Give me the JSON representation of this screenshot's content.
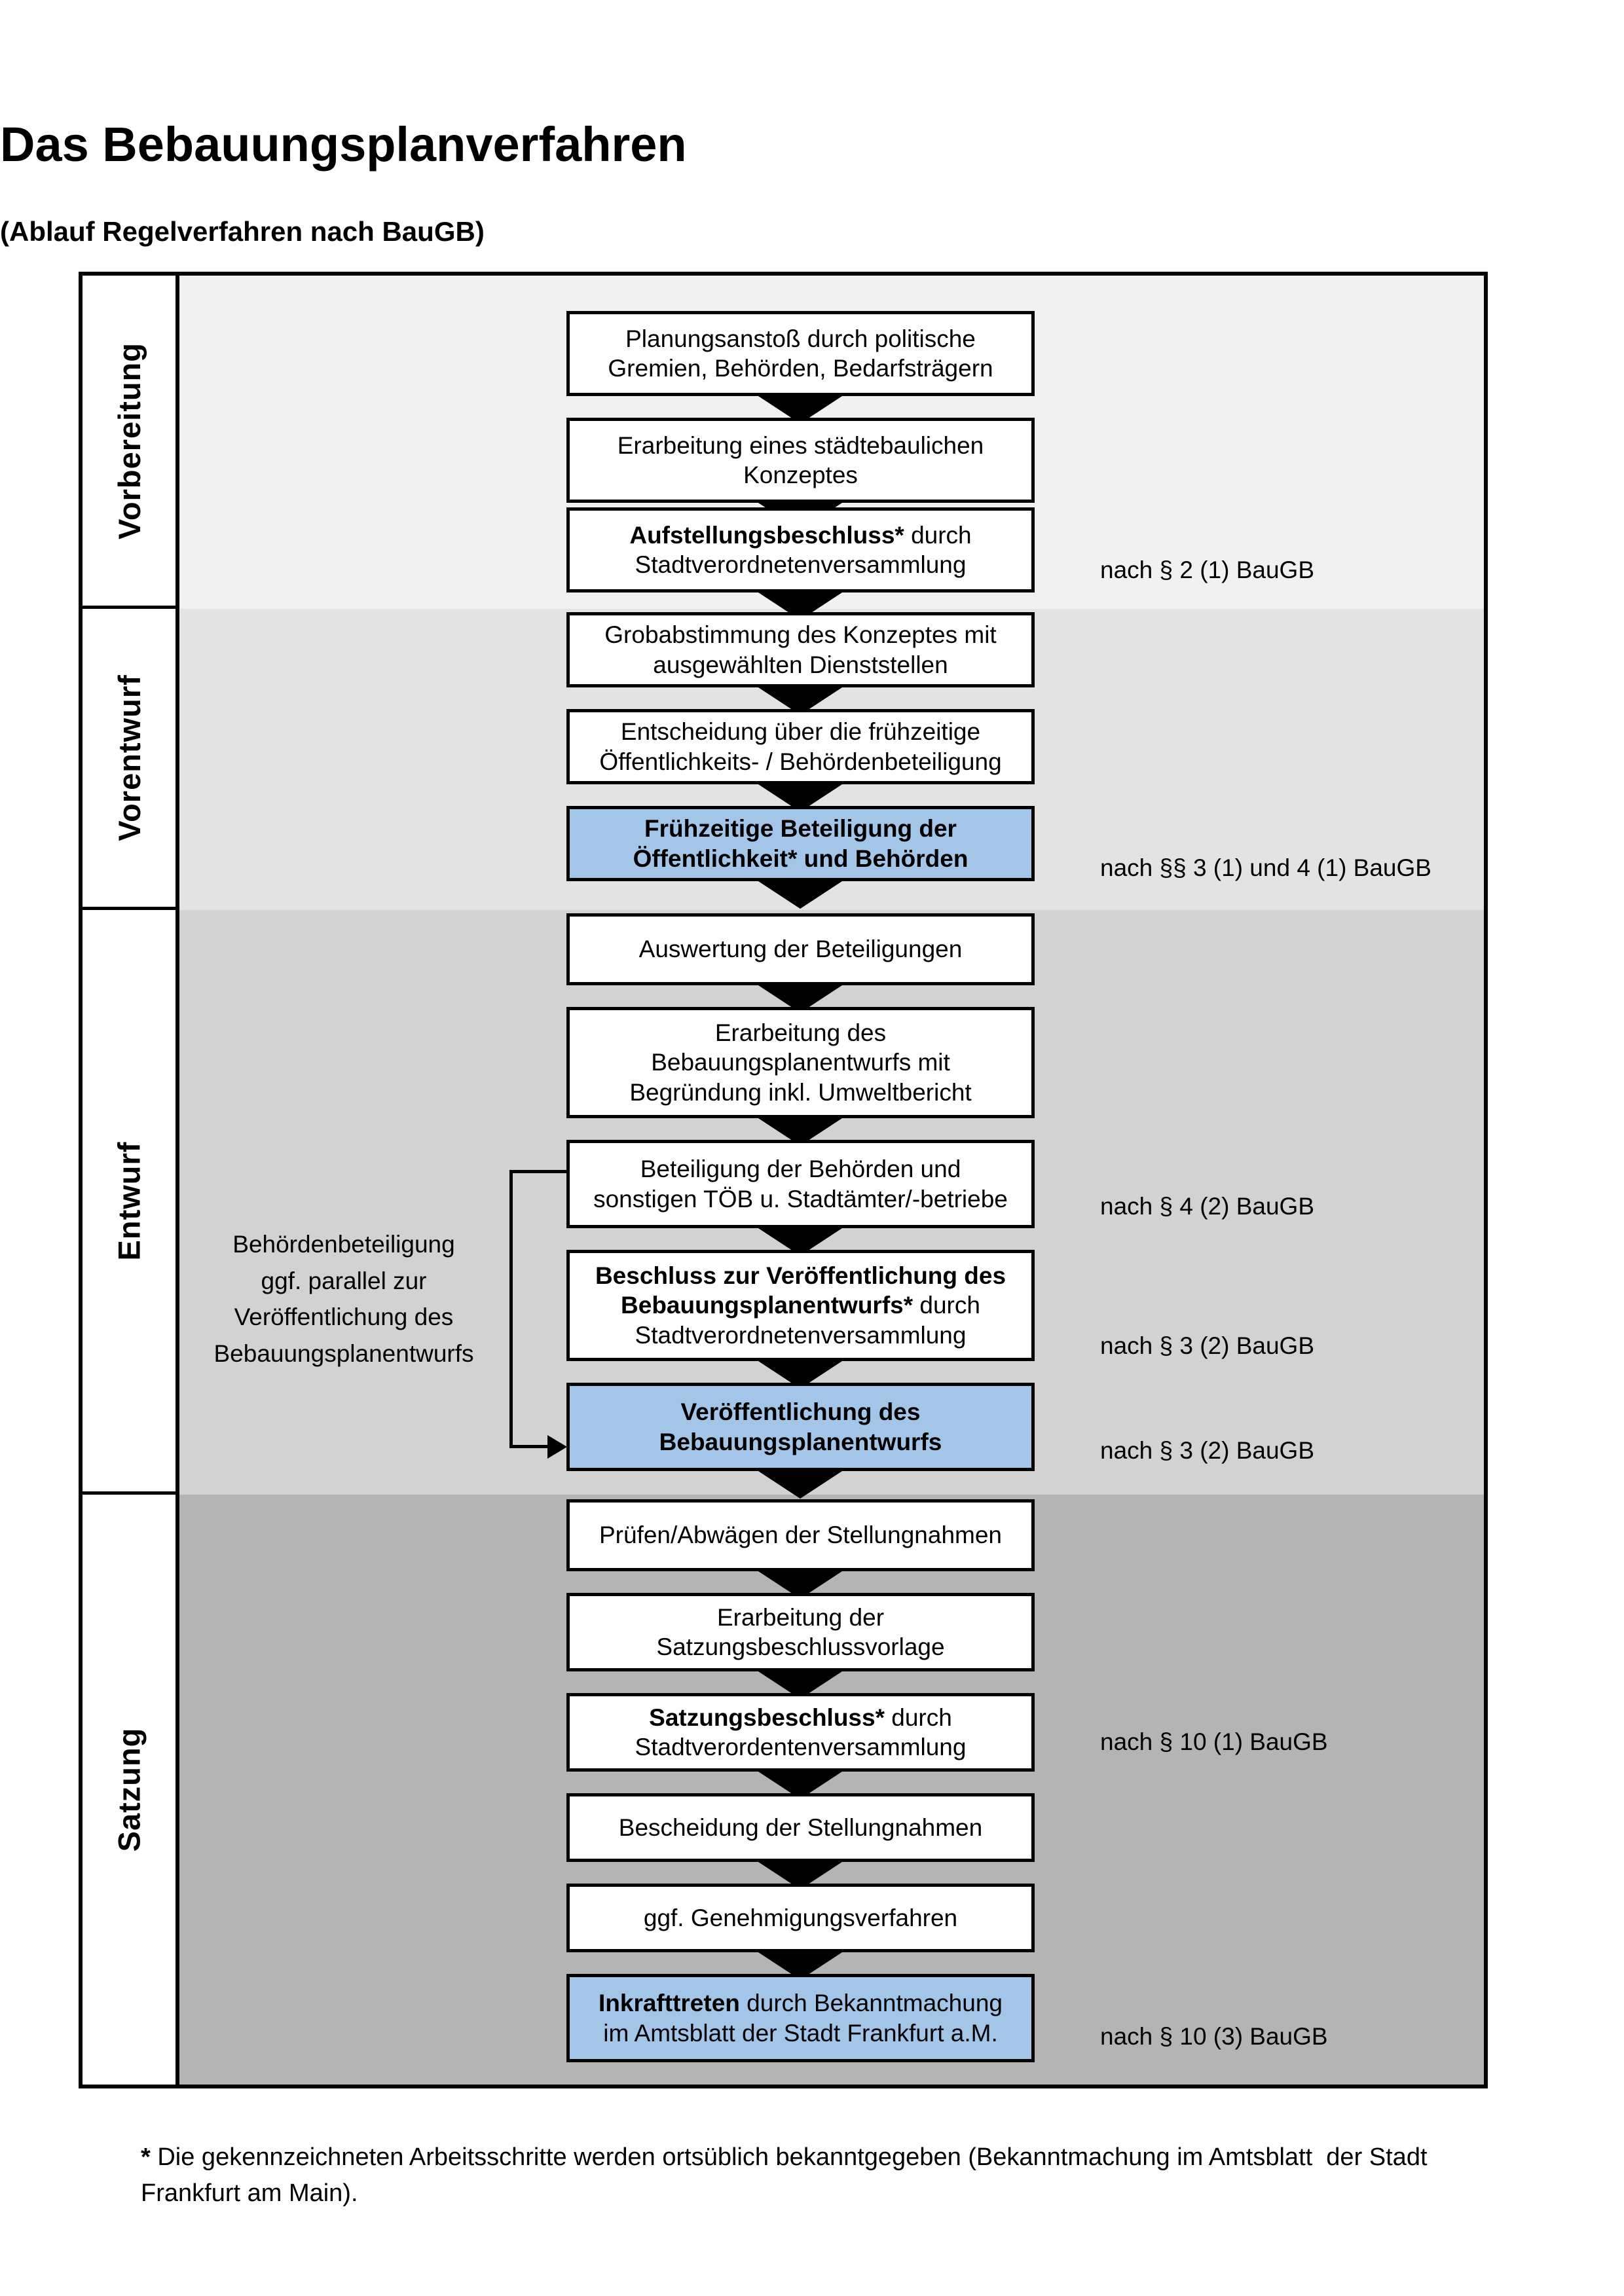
{
  "page": {
    "title": "Das Bebauungsplanverfahren",
    "subtitle": "(Ablauf Regelverfahren nach BauGB)",
    "footnote_star": "*",
    "footnote_text": " Die gekennzeichneten Arbeitsschritte werden ortsüblich bekanntgegeben (Bekanntmachung im Amtsblatt  der Stadt\nFrankfurt am Main)."
  },
  "colors": {
    "phase_vorbereitung_bg": "#f1f1f1",
    "phase_vorentwurf_bg": "#e3e3e3",
    "phase_entwurf_bg": "#d2d2d2",
    "phase_satzung_bg": "#b4b4b4",
    "highlight_box_bg": "#a3c5e8",
    "line_color": "#000000"
  },
  "phases": [
    {
      "label": "Vorbereitung"
    },
    {
      "label": "Vorentwurf"
    },
    {
      "label": "Entwurf"
    },
    {
      "label": "Satzung"
    }
  ],
  "flow": {
    "boxes": [
      {
        "bold": "",
        "text": "Planungsanstoß durch politische\nGremien, Behörden, Bedarfsträgern",
        "highlight": false
      },
      {
        "bold": "",
        "text": "Erarbeitung eines städtebaulichen\nKonzeptes",
        "highlight": false
      },
      {
        "bold": "Aufstellungsbeschluss*",
        "text": " durch\nStadtverordnetenversammlung",
        "highlight": false
      },
      {
        "bold": "",
        "text": "Grobabstimmung des Konzeptes mit\nausgewählten Dienststellen",
        "highlight": false
      },
      {
        "bold": "",
        "text": "Entscheidung über die frühzeitige\nÖffentlichkeits- / Behördenbeteiligung",
        "highlight": false
      },
      {
        "bold": "Frühzeitige Beteiligung der\nÖffentlichkeit* und Behörden",
        "text": "",
        "highlight": true
      },
      {
        "bold": "",
        "text": "Auswertung der Beteiligungen",
        "highlight": false
      },
      {
        "bold": "",
        "text": "Erarbeitung des\nBebauungsplanentwurfs mit\nBegründung inkl. Umweltbericht",
        "highlight": false
      },
      {
        "bold": "",
        "text": "Beteiligung der Behörden und\nsonstigen TÖB u. Stadtämter/-betriebe",
        "highlight": false
      },
      {
        "bold": "Beschluss zur Veröffentlichung des\nBebauungsplanentwurfs*",
        "text": " durch\nStadtverordnetenversammlung",
        "highlight": false
      },
      {
        "bold": "Veröffentlichung des\nBebauungsplanentwurfs",
        "text": "",
        "highlight": true
      },
      {
        "bold": "",
        "text": "Prüfen/Abwägen der Stellungnahmen",
        "highlight": false
      },
      {
        "bold": "",
        "text": "Erarbeitung der\nSatzungsbeschlussvorlage",
        "highlight": false
      },
      {
        "bold": "Satzungsbeschluss*",
        "text": " durch\nStadtverordentenversammlung",
        "highlight": false
      },
      {
        "bold": "",
        "text": "Bescheidung der Stellungnahmen",
        "highlight": false
      },
      {
        "bold": "",
        "text": "ggf. Genehmigungsverfahren",
        "highlight": false
      },
      {
        "bold": "Inkrafttreten",
        "text": " durch Bekanntmachung\nim Amtsblatt der Stadt Frankfurt a.M.",
        "highlight": true
      }
    ]
  },
  "annotations": [
    {
      "text": "nach § 2 (1) BauGB"
    },
    {
      "text": "nach §§ 3 (1) und 4 (1) BauGB"
    },
    {
      "text": "nach § 4 (2) BauGB"
    },
    {
      "text": "nach § 3 (2) BauGB"
    },
    {
      "text": "nach § 3 (2) BauGB"
    },
    {
      "text": "nach § 10 (1) BauGB"
    },
    {
      "text": "nach § 10 (3) BauGB"
    }
  ],
  "side_note": {
    "text": "Behördenbeteiligung\nggf. parallel zur\nVeröffentlichung des\nBebauungsplanentwurfs"
  }
}
